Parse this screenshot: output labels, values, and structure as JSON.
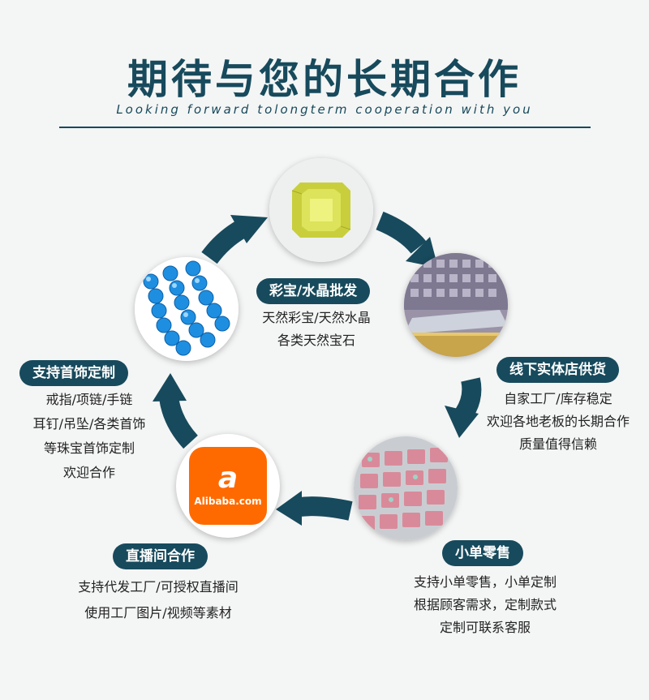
{
  "header": {
    "title": "期待与您的长期合作",
    "subtitle": "Looking forward tolongterm cooperation with you"
  },
  "theme": {
    "primary": "#174a5c",
    "accent_orange": "#ff6a00"
  },
  "steps": [
    {
      "label": "彩宝/水晶批发",
      "lines": [
        "天然彩宝/天然水晶",
        "各类天然宝石"
      ],
      "icon": "citrine-gem-icon"
    },
    {
      "label": "线下实体店供货",
      "lines": [
        "自家工厂/库存稳定",
        "欢迎各地老板的长期合作",
        "质量值得信赖"
      ],
      "icon": "store-showcase-icon"
    },
    {
      "label": "小单零售",
      "lines": [
        "支持小单零售，小单定制",
        "根据顾客需求，定制款式",
        "定制可联系客服"
      ],
      "icon": "jewelry-tray-icon"
    },
    {
      "label": "直播间合作",
      "lines": [
        "支持代发工厂/可授权直播间",
        "使用工厂图片/视频等素材"
      ],
      "icon": "alibaba-logo-icon"
    },
    {
      "label": "支持首饰定制",
      "lines": [
        "戒指/项链/手链",
        "耳钉/吊坠/各类首饰",
        "等珠宝首饰定制",
        "欢迎合作"
      ],
      "icon": "blue-bead-bracelet-icon"
    }
  ],
  "alibaba": {
    "logo_glyph": "a",
    "brand_text": "Alibaba.com"
  }
}
